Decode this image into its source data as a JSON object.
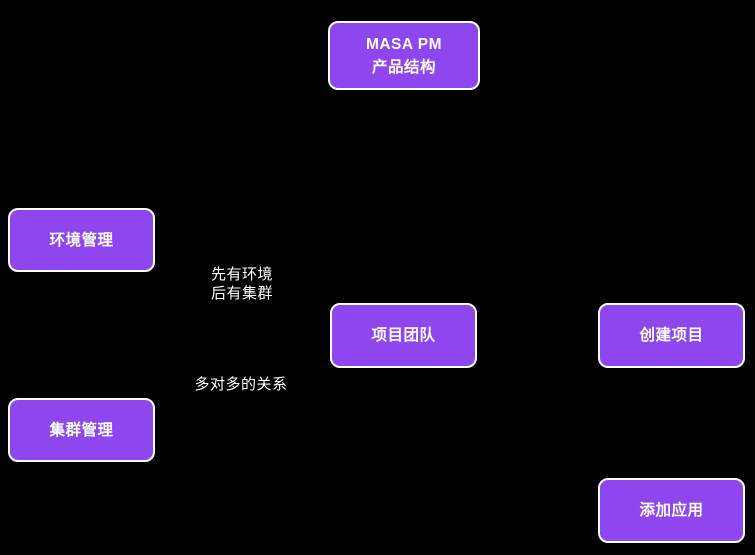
{
  "diagram": {
    "title_node": {
      "line1": "MASA PM",
      "line2": "产品结构"
    },
    "nodes": [
      {
        "id": "env-management",
        "label": "环境管理"
      },
      {
        "id": "cluster-management",
        "label": "集群管理"
      },
      {
        "id": "project-team",
        "label": "项目团队"
      },
      {
        "id": "create-project",
        "label": "创建项目"
      },
      {
        "id": "add-application",
        "label": "添加应用"
      }
    ],
    "edges": [
      {
        "from": "环境管理",
        "to": "项目团队",
        "label": "先有环境 后有集群"
      },
      {
        "from": "集群管理",
        "to": "项目团队",
        "label": "多对多的关系"
      },
      {
        "from": "项目团队",
        "to": "创建项目",
        "label": ""
      },
      {
        "from": "创建项目",
        "to": "添加应用",
        "label": ""
      }
    ],
    "edge_labels": [
      {
        "line1": "先有环境",
        "line2": "后有集群"
      },
      {
        "line1": "多对多的关系"
      }
    ],
    "colors": {
      "node_fill": "#8e46ee",
      "node_border": "#ffffff",
      "edge_core": "#a468f2",
      "edge_outline": "#ffffff",
      "text": "#ffffff",
      "background": "#000000"
    }
  }
}
